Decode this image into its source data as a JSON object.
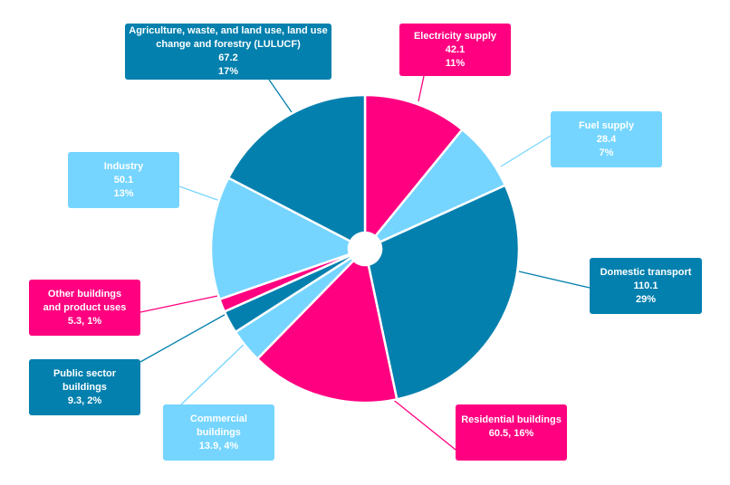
{
  "chart_data": {
    "type": "pie",
    "title": "",
    "colors": {
      "dark": "#0380AE",
      "pink": "#FF0080",
      "light": "#75D5FF"
    },
    "slices": [
      {
        "label": "Electricity supply",
        "value": 42.1,
        "pct": "11%",
        "value_text": "42.1",
        "color": "pink"
      },
      {
        "label": "Fuel supply",
        "value": 28.4,
        "pct": "7%",
        "value_text": "28.4",
        "color": "light"
      },
      {
        "label": "Domestic transport",
        "value": 110.1,
        "pct": "29%",
        "value_text": "110.1",
        "color": "dark"
      },
      {
        "label": "Residential buildings",
        "value": 60.5,
        "pct": "16%",
        "value_text": "60.5, 16%",
        "color": "pink"
      },
      {
        "label": "Commercial buildings",
        "value": 13.9,
        "pct": "4%",
        "value_text": "13.9, 4%",
        "color": "light"
      },
      {
        "label": "Public sector buildings",
        "value": 9.3,
        "pct": "2%",
        "value_text": "9.3, 2%",
        "color": "dark"
      },
      {
        "label": "Other buildings and product uses",
        "value": 5.3,
        "pct": "1%",
        "value_text": "5.3, 1%",
        "color": "pink"
      },
      {
        "label": "Industry",
        "value": 50.1,
        "pct": "13%",
        "value_text": "50.1",
        "color": "light"
      },
      {
        "label": "Agriculture, waste, and land use, land use change and forestry (LULUCF)",
        "value": 67.2,
        "pct": "17%",
        "value_text": "67.2",
        "color": "dark"
      }
    ]
  }
}
